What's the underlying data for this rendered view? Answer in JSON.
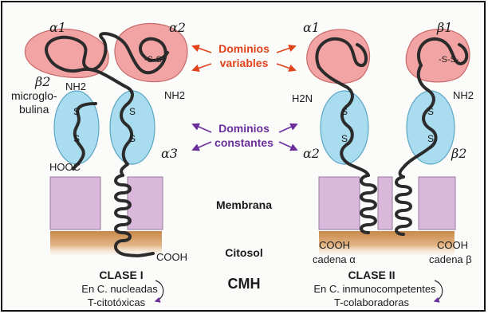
{
  "labels": {
    "alpha1_left": "α1",
    "alpha2_left": "α2",
    "beta2_micro_symbol": "β2",
    "beta2_micro_line1": "microglo-",
    "beta2_micro_line2": "bulina",
    "nh2_left_a": "NH2",
    "nh2_left_b": "NH2",
    "hooc": "HOOC",
    "alpha3": "α3",
    "cooh_left": "COOH",
    "ss": "-S-S-",
    "s": "S",
    "alpha1_right": "α1",
    "beta1_right": "β1",
    "h2n_right": "H2N",
    "nh2_right": "NH2",
    "alpha2_right": "α2",
    "beta2_right": "β2",
    "cooh_right_a": "COOH",
    "cooh_right_b": "COOH",
    "cadena_alpha": "cadena α",
    "cadena_beta": "cadena β"
  },
  "center": {
    "variable_line1": "Dominios",
    "variable_line2": "variables",
    "constant_line1": "Dominios",
    "constant_line2": "constantes",
    "membrana": "Membrana",
    "citosol": "Citosol",
    "cmh": "CMH"
  },
  "class1": {
    "title": "CLASE I",
    "line1": "En C. nucleadas",
    "line2": "T-citotóxicas"
  },
  "class2": {
    "title": "CLASE II",
    "line1": "En C. inmunocompetentes",
    "line2": "T-colaboradoras"
  },
  "colors": {
    "variable_domain": "#f2a3a3",
    "constant_domain": "#a9dcee",
    "membrane": "#d9b8dc",
    "cytosol": "#d49a5a",
    "variable_arrow": "#e0421a",
    "constant_arrow": "#6a2f9a",
    "chain": "#2b2b2b"
  }
}
